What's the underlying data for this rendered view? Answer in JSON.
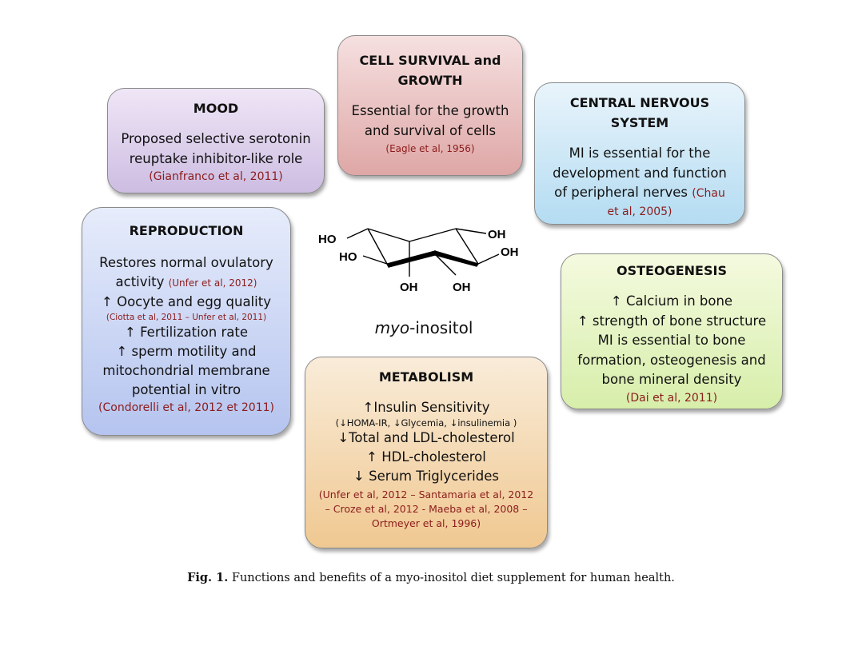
{
  "boxes": {
    "mood": {
      "title": "MOOD",
      "lines": [
        "Proposed selective serotonin",
        "reuptake inhibitor-like role"
      ],
      "ref": "(Gianfranco et al, 2011)"
    },
    "cell": {
      "title_lines": [
        "CELL SURVIVAL and",
        "GROWTH"
      ],
      "lines": [
        "Essential for the growth",
        "and survival of cells"
      ],
      "ref": "(Eagle et al, 1956)"
    },
    "cns": {
      "title_lines": [
        "CENTRAL NERVOUS",
        "SYSTEM"
      ],
      "lines": [
        "MI is essential for the",
        "development and function",
        "of peripheral nerves"
      ],
      "ref_inline": "(Chau",
      "ref_end": "et al, 2005)"
    },
    "reproduction": {
      "title": "REPRODUCTION",
      "line1": "Restores normal ovulatory",
      "line2": "activity",
      "ref1": "(Unfer et al, 2012)",
      "line3": "↑ Oocyte and egg quality",
      "ref2": "(Ciotta et al, 2011 – Unfer et al, 2011)",
      "line4": "↑ Fertilization rate",
      "line5": "↑ sperm motility and",
      "line6": "mitochondrial membrane",
      "line7": "potential in vitro",
      "ref3": "(Condorelli et al, 2012 et 2011)"
    },
    "osteo": {
      "title": "OSTEOGENESIS",
      "lines": [
        "↑ Calcium in bone",
        "↑ strength of bone structure",
        "MI is essential to bone",
        "formation, osteogenesis and",
        "bone mineral density"
      ],
      "ref": "(Dai et al, 2011)"
    },
    "metabolism": {
      "title": "METABOLISM",
      "line1": "↑Insulin Sensitivity",
      "sub1": "(↓HOMA-IR, ↓Glycemia, ↓insulinemia )",
      "lines": [
        "↓Total and LDL-cholesterol",
        "↑ HDL-cholesterol",
        "↓ Serum Triglycerides"
      ],
      "refs": [
        "(Unfer et al, 2012 – Santamaria et al, 2012",
        "– Croze et al, 2012 - Maeba et al, 2008 –",
        "Ortmeyer et al, 1996)"
      ]
    }
  },
  "molecule": {
    "labels": {
      "ho_top": "HO",
      "ho_mid": "HO",
      "oh_top": "OH",
      "oh_mid": "OH",
      "oh_bot1": "OH",
      "oh_bot2": "OH"
    },
    "name_italic": "myo",
    "name_rest": "-inositol"
  },
  "caption": {
    "label": "Fig. 1.",
    "text": " Functions and benefits of a myo-inositol diet supplement for human health."
  }
}
